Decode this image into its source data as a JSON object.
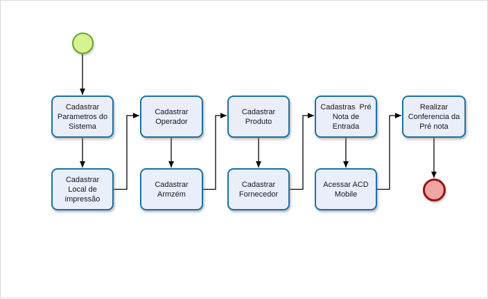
{
  "diagram": {
    "type": "flowchart-bpmn",
    "start_event": {
      "name": "start-event"
    },
    "end_event": {
      "name": "end-event"
    },
    "tasks": [
      {
        "id": "cadastrar-parametros-sistema",
        "lines": [
          "Cadastrar",
          "Parametros do",
          "Sistema"
        ]
      },
      {
        "id": "cadastrar-operador",
        "lines": [
          "Cadastrar",
          "Operador"
        ]
      },
      {
        "id": "cadastrar-produto",
        "lines": [
          "Cadastrar",
          "Produto"
        ]
      },
      {
        "id": "cadastras-pre-nota-entrada",
        "lines": [
          "Cadastras  Pré",
          "Nota de",
          "Entrada"
        ]
      },
      {
        "id": "realizar-conferencia-pre-nota",
        "lines": [
          "Realizar",
          "Conferencia da",
          "Pré nota"
        ]
      },
      {
        "id": "cadastrar-local-impressao",
        "lines": [
          "Cadastrar",
          "Local de",
          "impressão"
        ]
      },
      {
        "id": "cadastrar-armzem",
        "lines": [
          "Cadastrar",
          "Armzém"
        ]
      },
      {
        "id": "cadastrar-fornecedor",
        "lines": [
          "Cadastrar",
          "Fornecedor"
        ]
      },
      {
        "id": "acessar-acd-mobile",
        "lines": [
          "Acessar ACD",
          "Mobile"
        ]
      }
    ],
    "flow": [
      "start-event > cadastrar-parametros-sistema",
      "cadastrar-parametros-sistema > cadastrar-local-impressao",
      "cadastrar-local-impressao > cadastrar-operador",
      "cadastrar-operador > cadastrar-armzem",
      "cadastrar-armzem > cadastrar-produto",
      "cadastrar-produto > cadastrar-fornecedor",
      "cadastrar-fornecedor > cadastras-pre-nota-entrada",
      "cadastras-pre-nota-entrada > acessar-acd-mobile",
      "acessar-acd-mobile > realizar-conferencia-pre-nota",
      "realizar-conferencia-pre-nota > end-event"
    ],
    "colors": {
      "task_border": "#1b6fa5",
      "task_fill": "#eaeefb",
      "start_border": "#68a824",
      "start_fill": "#d7f292",
      "end_border": "#9c0f0f",
      "end_fill": "#efa6a4",
      "connector": "#000000",
      "text": "#14161d"
    }
  }
}
